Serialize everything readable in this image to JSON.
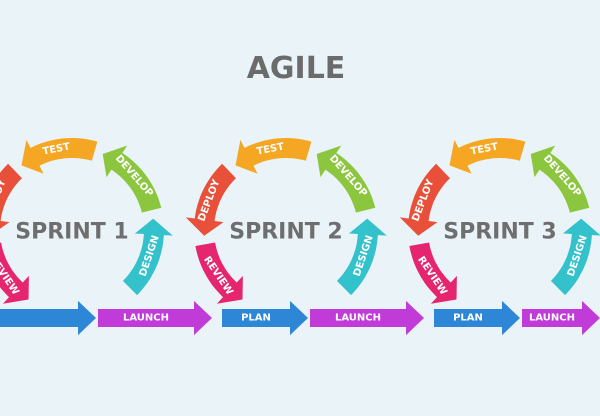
{
  "title": "AGILE",
  "stages": {
    "test": "TEST",
    "deploy": "DEPLOY",
    "develop": "DEVELOP",
    "review": "REVIEW",
    "design": "DESIGN",
    "plan": "PLAN",
    "launch": "LAUNCH"
  },
  "sprints": [
    {
      "label": "SPRINT 1"
    },
    {
      "label": "SPRINT 2"
    },
    {
      "label": "SPRINT 3"
    }
  ],
  "colors": {
    "background": "#eaf4f8",
    "title": "#6b6b6b",
    "sprint_text": "#6e6e6e",
    "test": "#f5a623",
    "deploy": "#e8503a",
    "develop": "#8cc63f",
    "review": "#e5266e",
    "design": "#33c1cc",
    "plan": "#2e86d6",
    "launch": "#c13bd8"
  }
}
